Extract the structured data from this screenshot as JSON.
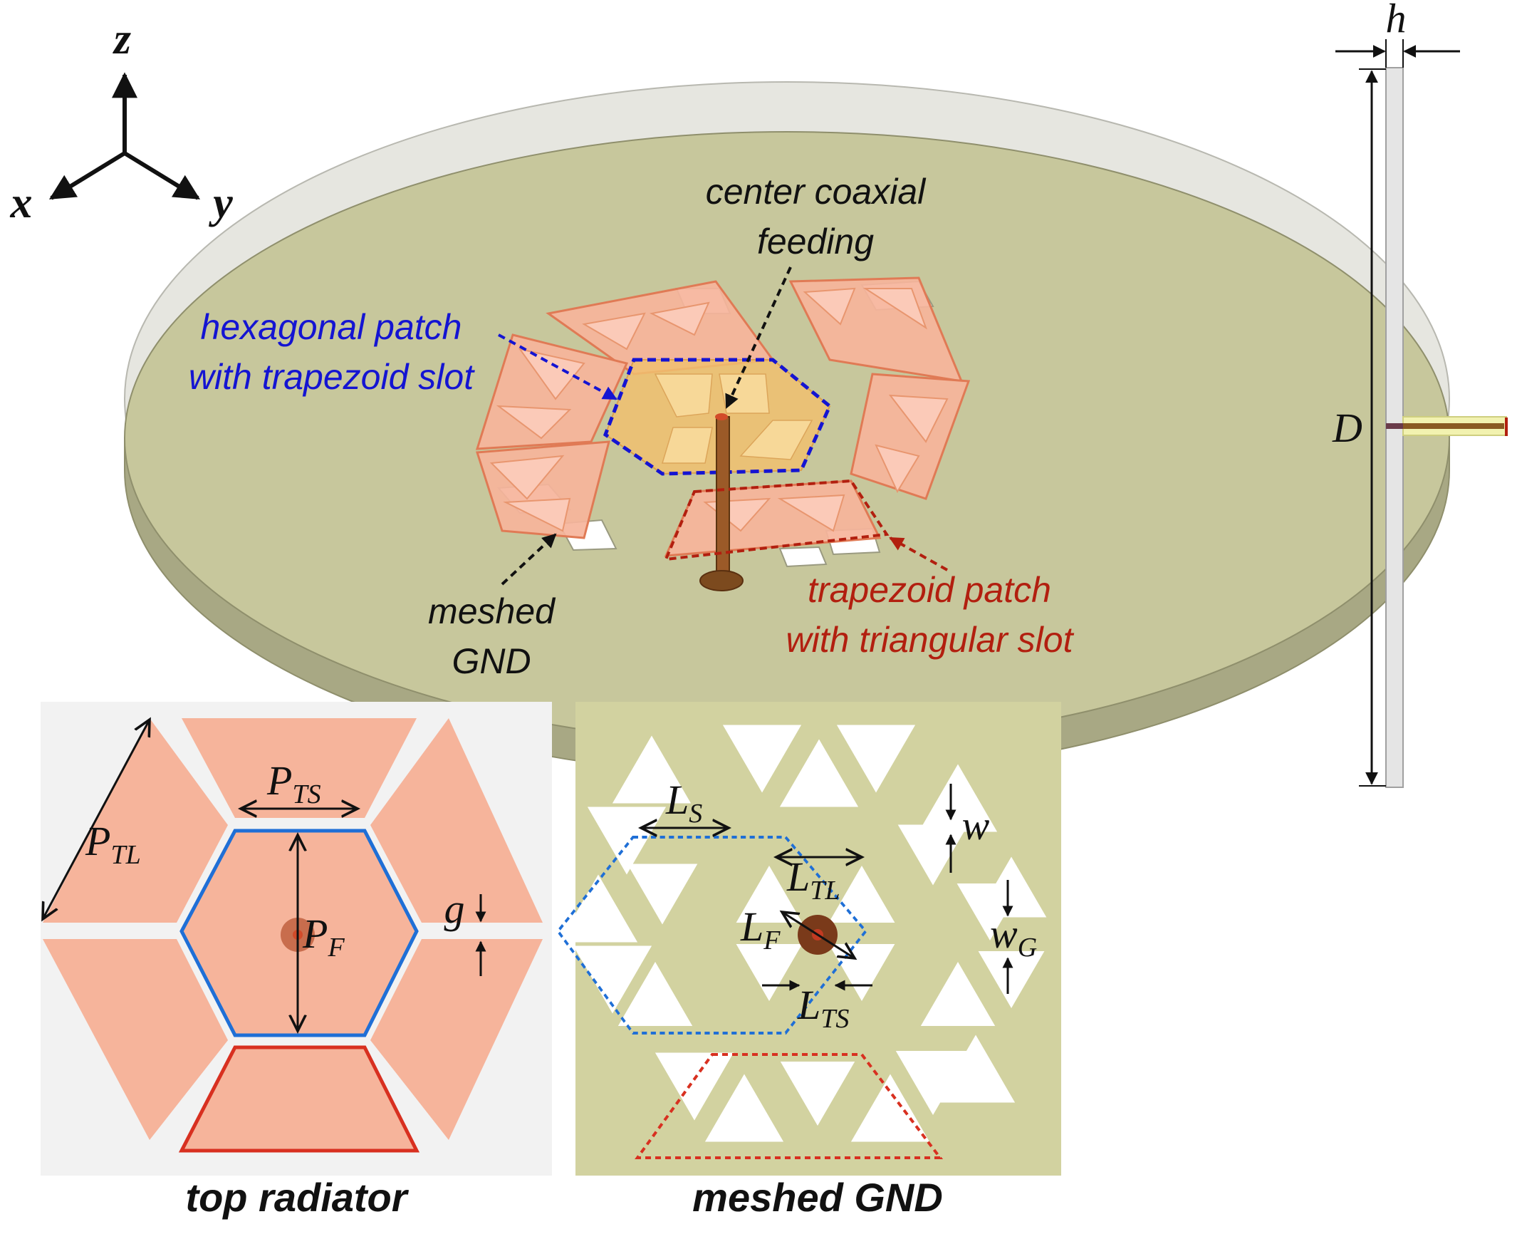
{
  "axes": {
    "z": "z",
    "x": "x",
    "y": "y"
  },
  "callouts": {
    "center_feed_line1": "center coaxial",
    "center_feed_line2": "feeding",
    "hex_patch_line1": "hexagonal patch",
    "hex_patch_line2": "with trapezoid slot",
    "meshed_gnd_line1": "meshed",
    "meshed_gnd_line2": "GND",
    "trap_patch_line1": "trapezoid patch",
    "trap_patch_line2": "with triangular slot"
  },
  "side_view": {
    "h": "h",
    "D": "D"
  },
  "top_radiator": {
    "caption": "top radiator",
    "P_TL": {
      "main": "P",
      "sub": "TL"
    },
    "P_TS": {
      "main": "P",
      "sub": "TS"
    },
    "P_F": {
      "main": "P",
      "sub": "F"
    },
    "g": "g"
  },
  "meshed_gnd": {
    "caption": "meshed GND",
    "L_S": {
      "main": "L",
      "sub": "S"
    },
    "L_TL": {
      "main": "L",
      "sub": "TL"
    },
    "L_F": {
      "main": "L",
      "sub": "F"
    },
    "L_TS": {
      "main": "L",
      "sub": "TS"
    },
    "w": "w",
    "w_G": {
      "main": "w",
      "sub": "G"
    }
  },
  "colors": {
    "substrate_top": "#c7c79c",
    "substrate_rim": "#e6e6e0",
    "patch": "#f6b49b",
    "patch_edge": "#e89070",
    "gnd_plate": "#d2d2a0",
    "hex_outline": "#1f6fd6",
    "trap_outline": "#d83020",
    "dark_red": "#b21f0f",
    "blue_text": "#1414d2",
    "feed": "#8a4a1e"
  }
}
